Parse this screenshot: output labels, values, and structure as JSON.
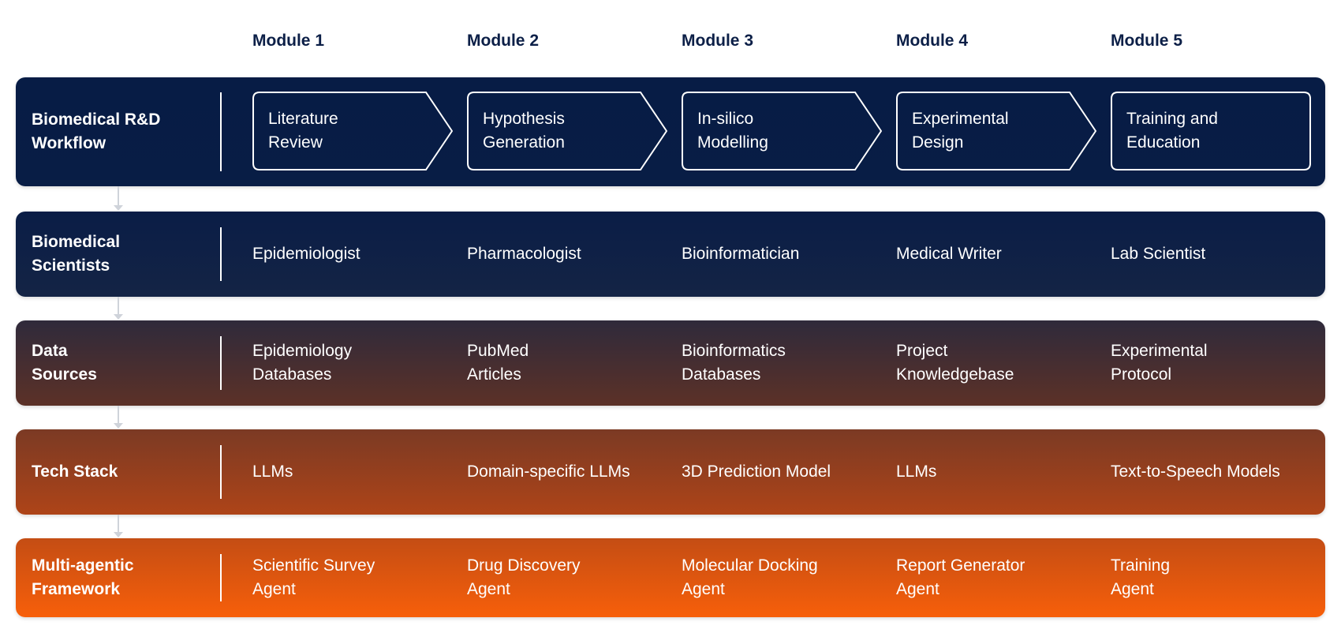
{
  "modules": [
    "Module 1",
    "Module 2",
    "Module 3",
    "Module 4",
    "Module 5"
  ],
  "rows": [
    {
      "title": "Biomedical R&D\nWorkflow",
      "cells": [
        "Literature\nReview",
        "Hypothesis\nGeneration",
        "In-silico\nModelling",
        "Experimental\nDesign",
        "Training and\nEducation"
      ],
      "colors": [
        "#071c45",
        "#081d45"
      ]
    },
    {
      "title": "Biomedical\nScientists",
      "cells": [
        "Epidemiologist",
        "Pharmacologist",
        "Bioinformatician",
        "Medical Writer",
        "Lab Scientist"
      ],
      "colors": [
        "#0a1d46",
        "#142445"
      ]
    },
    {
      "title": "Data\nSources",
      "cells": [
        "Epidemiology\nDatabases",
        "PubMed\nArticles",
        "Bioinformatics\nDatabases",
        "Project\nKnowledgebase",
        "Experimental\nProtocol"
      ],
      "colors": [
        "#2f2a3b",
        "#5c3127"
      ]
    },
    {
      "title": "Tech Stack",
      "cells": [
        "LLMs",
        "Domain-specific LLMs",
        "3D Prediction Model",
        "LLMs",
        "Text-to-Speech Models"
      ],
      "colors": [
        "#7b3a24",
        "#ae4418"
      ]
    },
    {
      "title": "Multi-agentic\nFramework",
      "cells": [
        "Scientific Survey\nAgent",
        "Drug Discovery\nAgent",
        "Molecular Docking\nAgent",
        "Report Generator\nAgent",
        "Training\nAgent"
      ],
      "colors": [
        "#c44d14",
        "#f75f0a"
      ]
    }
  ]
}
